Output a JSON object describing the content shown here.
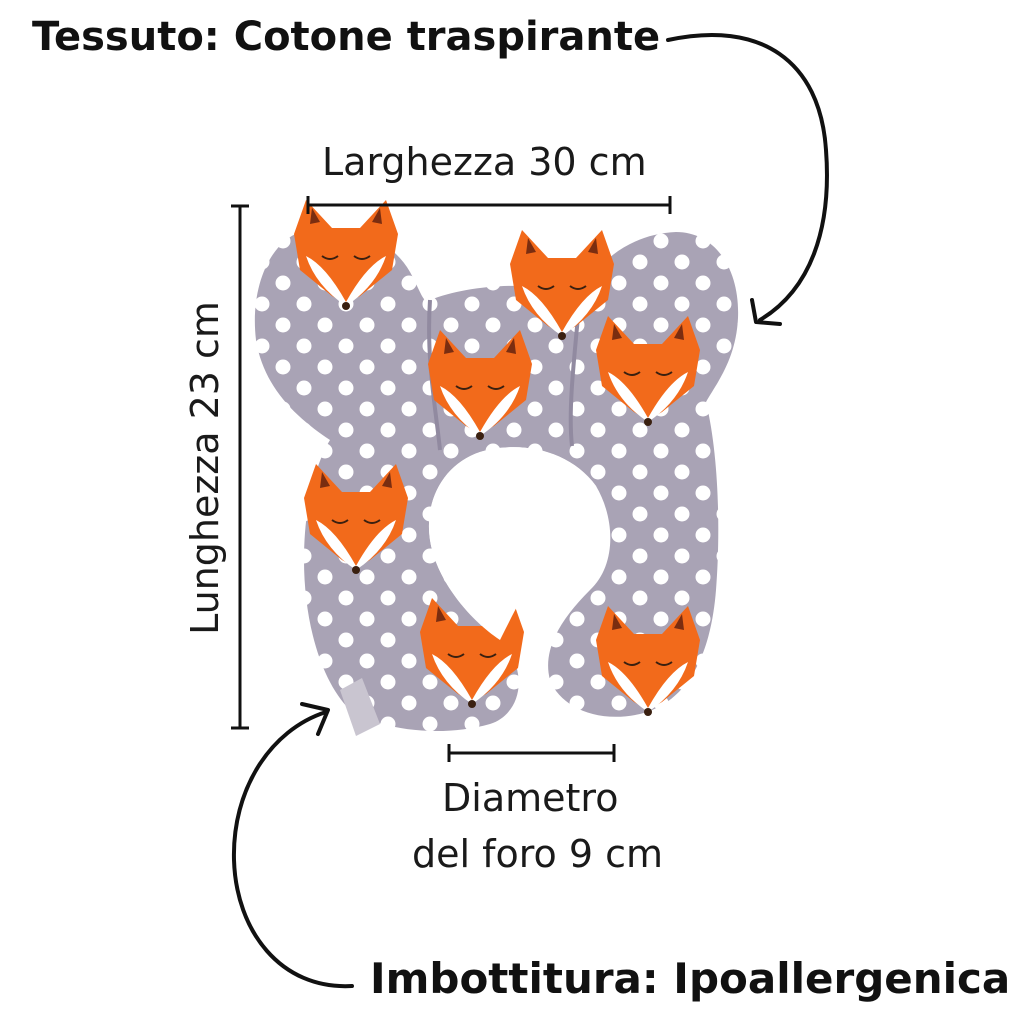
{
  "labels": {
    "fabric": "Tessuto: Cotone traspirante",
    "width": "Larghezza 30 cm",
    "length": "Lunghezza 23 cm",
    "hole_line1": "Diametro",
    "hole_line2": "del foro 9 cm",
    "padding": "Imbottitura: Ipoallergenica"
  },
  "colors": {
    "pillow_fabric": "#a9a3b5",
    "polka_dot": "#ffffff",
    "fox": "#f26a1b",
    "fox_face": "#ffffff",
    "line": "#111111"
  }
}
